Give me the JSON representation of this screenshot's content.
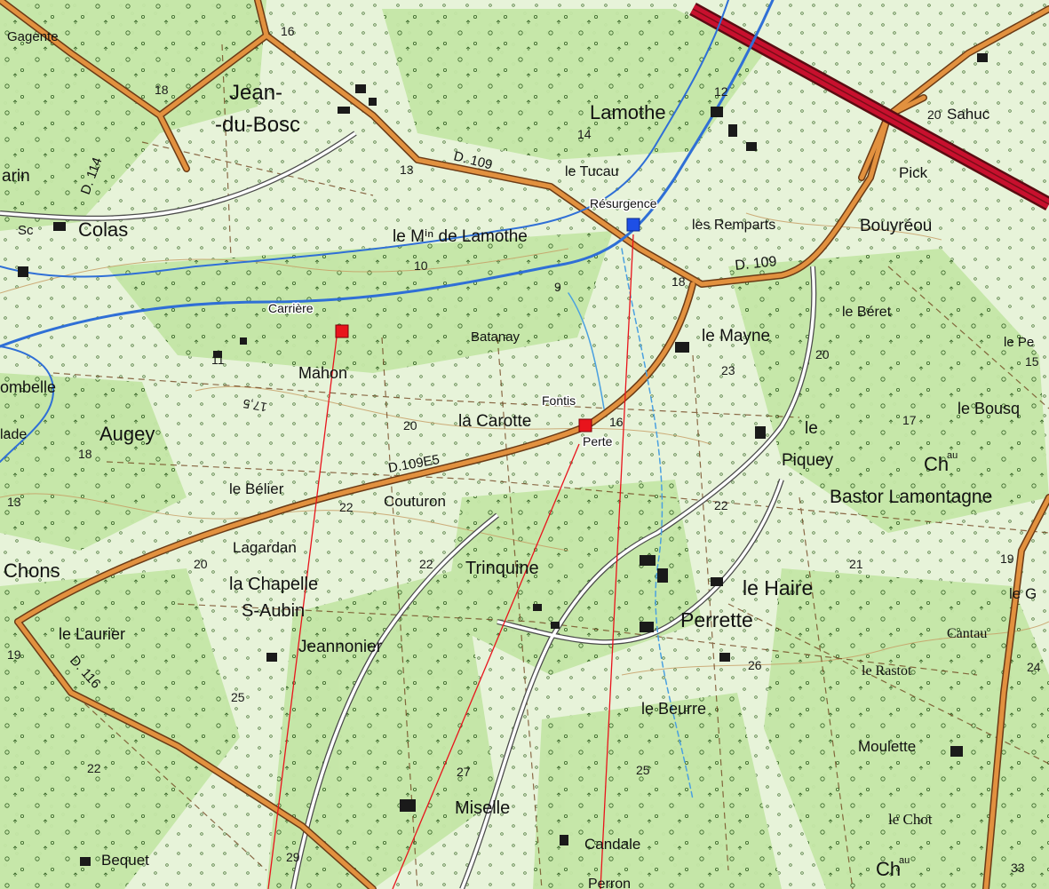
{
  "map": {
    "colors": {
      "woodland": "#c4e6a6",
      "open_land": "#e9f3dc",
      "road_major": "#e2913f",
      "road_casing": "#6b3b16",
      "highway": "#c8102e",
      "river": "#2f6fd6",
      "stream": "#4aa0e0",
      "marker_red": "#e8141c",
      "marker_blue": "#1e4fe6",
      "profile_line": "#e8141c",
      "contour": "#c69a60",
      "building": "#1a1a1a"
    },
    "places": {
      "gagente": "Gagente",
      "jean_du_bosc_1": "Jean-",
      "jean_du_bosc_2": "-du-Bosc",
      "marin": "arin",
      "sc": "Sc",
      "colas": "Colas",
      "lamothe": "Lamothe",
      "le_tucau": "le Tucau",
      "le_moulin_de_lamothe": "le Mⁱⁿ de Lamothe",
      "les_remparts": "les Remparts",
      "bouyreou": "Bouyréou",
      "sahuc": "Sahuc",
      "pick": "Pick",
      "le_beret": "le Béret",
      "le_mayne": "le Mayne",
      "le_pe": "le Pe",
      "batanay": "Batanay",
      "mahon": "Mahon",
      "ombelle": "ombelle",
      "lade": "lade",
      "augey": "Augey",
      "la_carotte": "la Carotte",
      "le_bousquet": "le Bousq",
      "le_piquey_1": "le",
      "le_piquey_2": "Piquey",
      "chateau_bastor_1": "Ch",
      "chateau_bastor_2": "au",
      "bastor_lamontagne": "Bastor Lamontagne",
      "le_belier": "le Bélier",
      "couturon": "Couturon",
      "chons": "Chons",
      "lagardan": "Lagardan",
      "la_chapelle": "la Chapelle",
      "st_aubin": "S-Aubin",
      "trinquine": "Trinquine",
      "le_haire": "le Haire",
      "le_g": "le G",
      "perrette": "Perrette",
      "cantau": "Cantau",
      "le_laurier": "le Laurier",
      "jeannonier": "Jeannonier",
      "le_rastot": "le Rastot",
      "le_beurre": "le Beurre",
      "moulette": "Moulette",
      "miselle": "Miselle",
      "le_chot": "le Chot",
      "candale": "Candale",
      "bequet": "Bequet",
      "perron": "Perron",
      "bottom_ch": "Ch",
      "bottom_au": "au"
    },
    "roads": {
      "d109_a": "D. 109",
      "d109_b": "D. 109",
      "d109e5": "D.109E5",
      "d114": "D. 114",
      "d116": "D. 116"
    },
    "elevations": [
      "16",
      "18",
      "13",
      "14",
      "12",
      "20",
      "10",
      "9",
      "18",
      "23",
      "20",
      "15",
      "11",
      "16",
      "20",
      "17",
      "22",
      "22",
      "20",
      "22",
      "21",
      "19",
      "24",
      "26",
      "25",
      "27",
      "25",
      "22",
      "29",
      "33",
      "18",
      "13",
      "19",
      "17,5"
    ],
    "markers": {
      "carriere": "Carrière",
      "resurgence": "Résurgence",
      "fontis": "Fontis",
      "perte": "Perte"
    }
  }
}
